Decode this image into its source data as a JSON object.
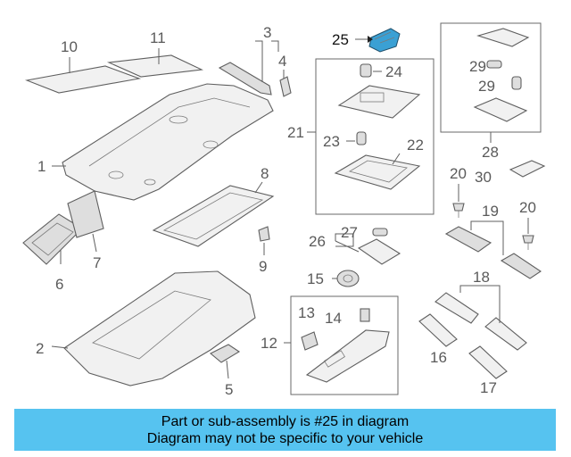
{
  "diagram": {
    "highlight_color": "#3aa0d4",
    "callouts": {
      "c1": "1",
      "c2": "2",
      "c3": "3",
      "c4": "4",
      "c5": "5",
      "c6": "6",
      "c7": "7",
      "c8": "8",
      "c9": "9",
      "c10": "10",
      "c11": "11",
      "c12": "12",
      "c13": "13",
      "c14": "14",
      "c15": "15",
      "c16": "16",
      "c17": "17",
      "c18": "18",
      "c19": "19",
      "c20a": "20",
      "c20b": "20",
      "c21": "21",
      "c22": "22",
      "c23": "23",
      "c24": "24",
      "c25": "25",
      "c26": "26",
      "c27": "27",
      "c28": "28",
      "c29a": "29",
      "c29b": "29",
      "c30": "30"
    }
  },
  "banner": {
    "line1": "Part or sub-assembly is #25 in diagram",
    "line2": "Diagram may not be specific to your vehicle",
    "background": "#56c3f0"
  }
}
